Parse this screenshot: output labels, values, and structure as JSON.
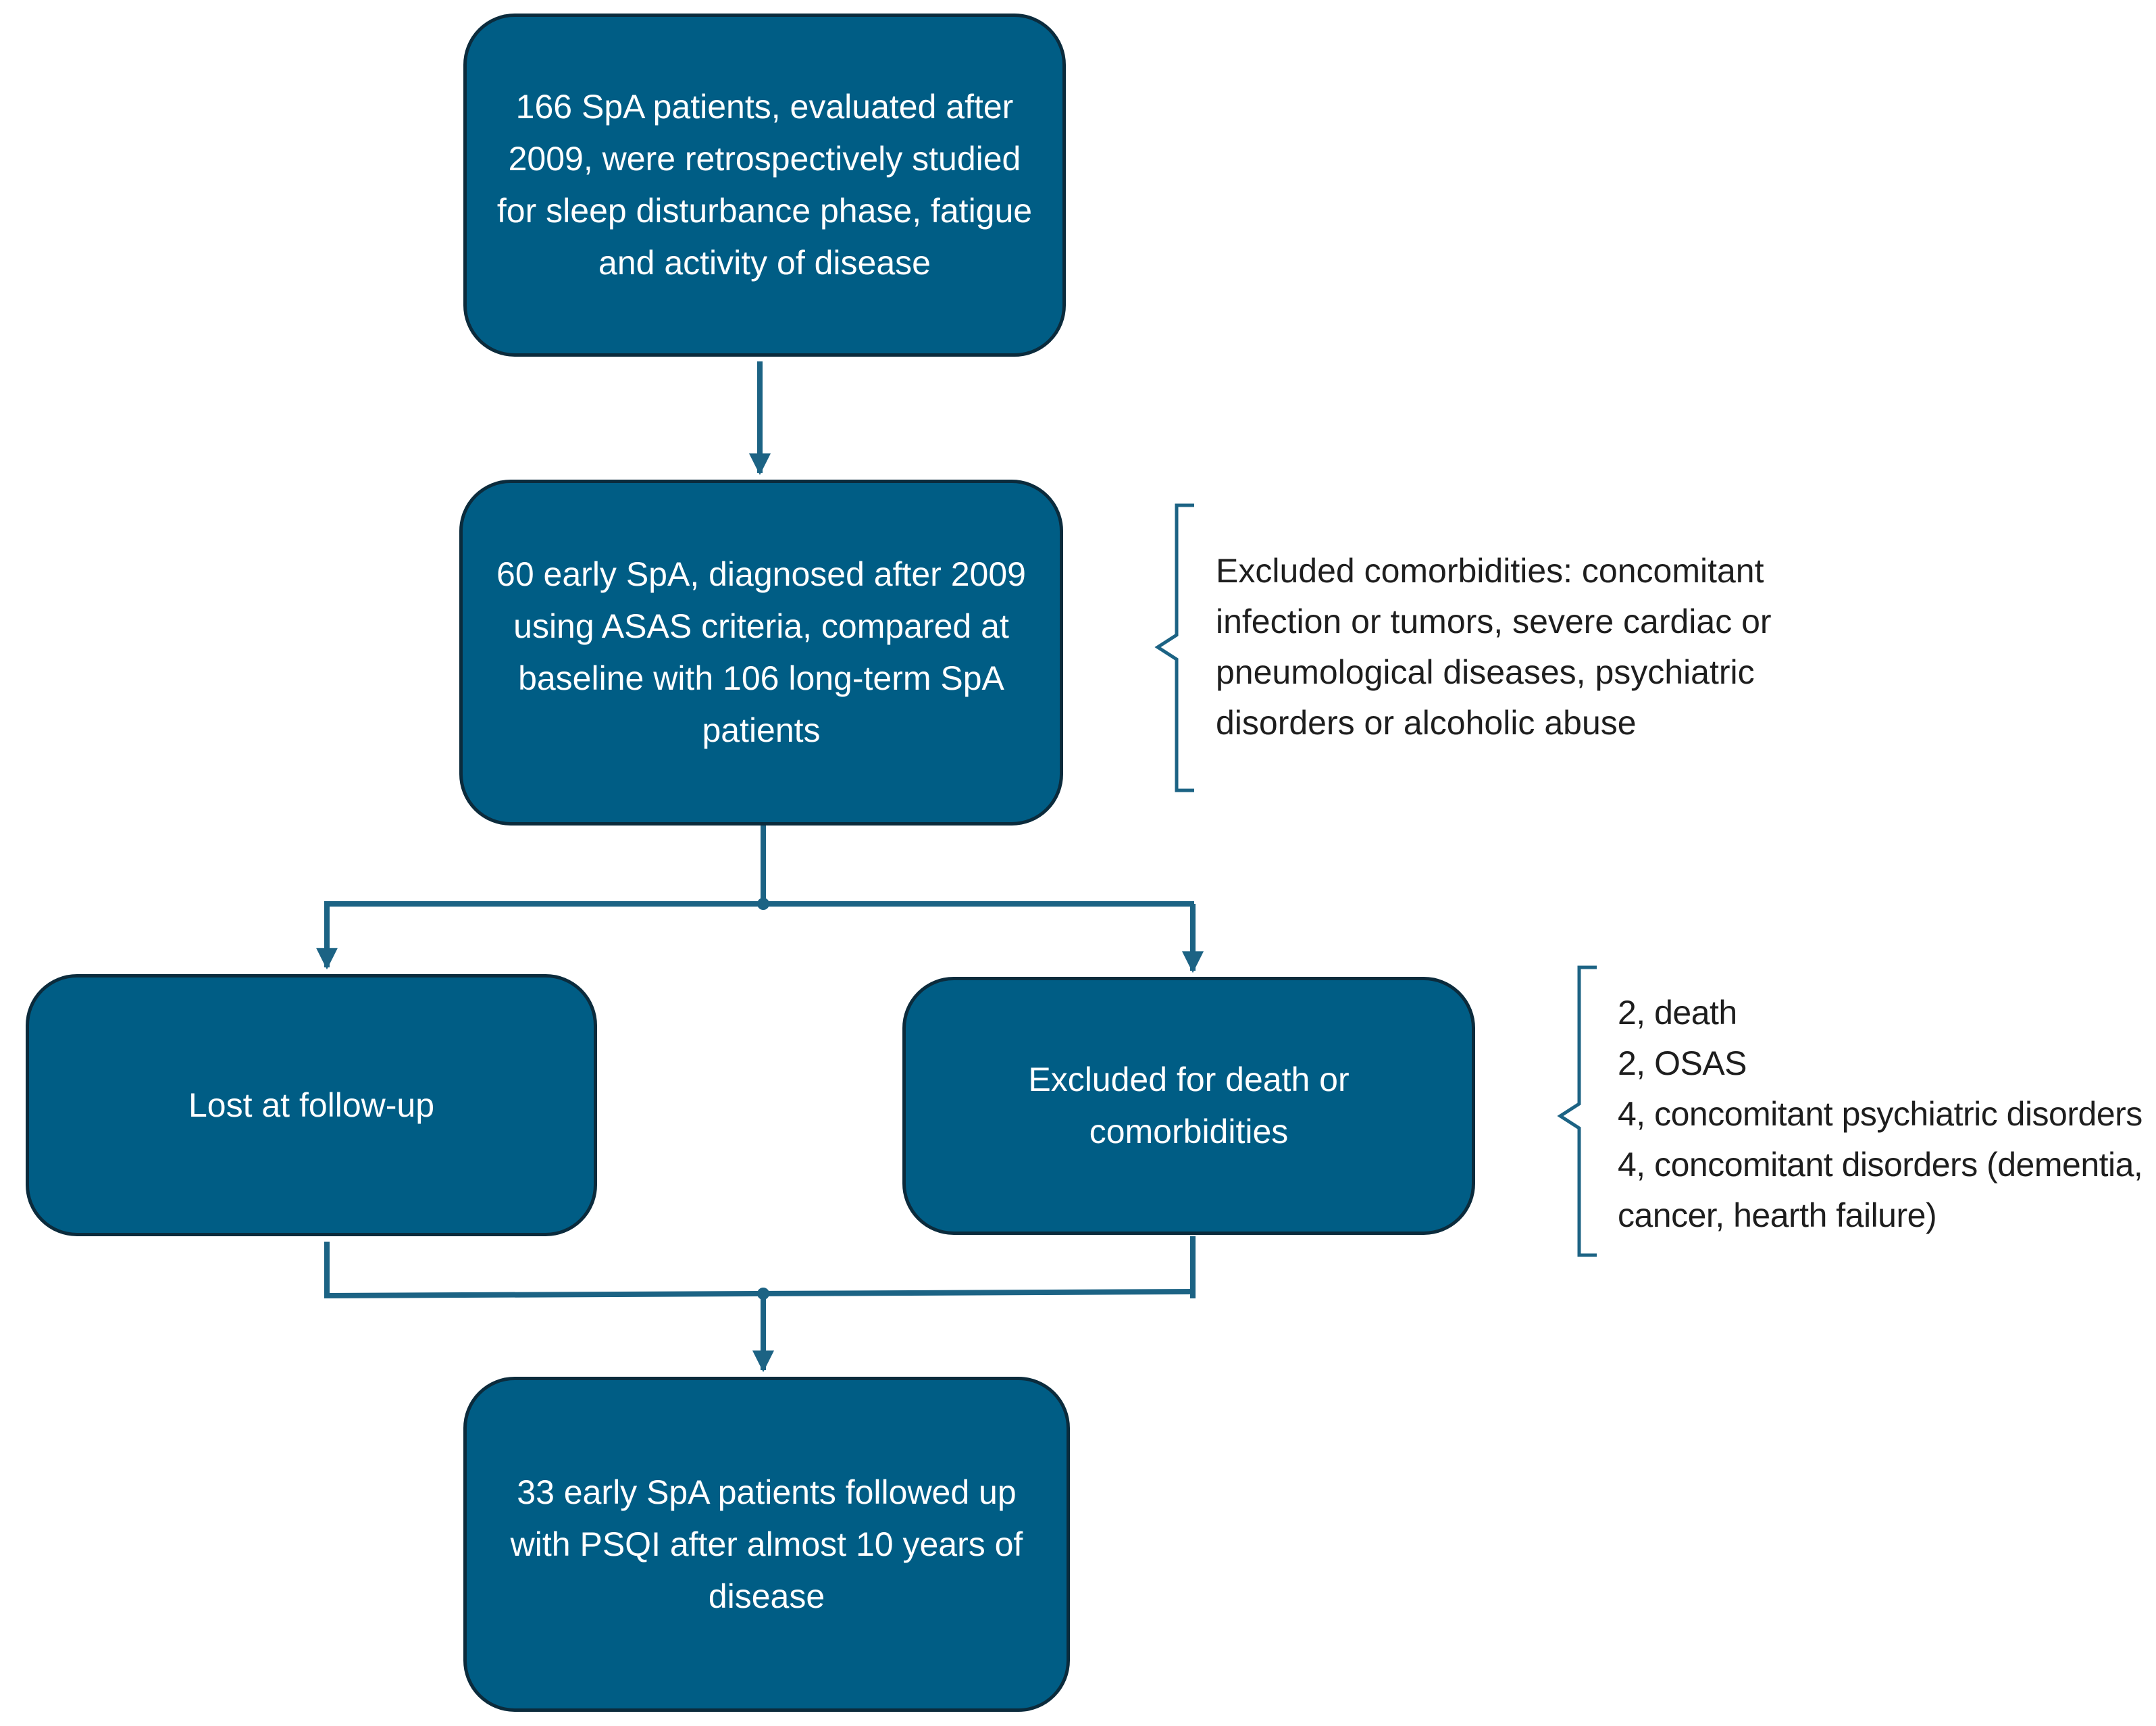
{
  "colors": {
    "box_fill": "#005d85",
    "box_border": "#0b2b3c",
    "connector": "#1c6384",
    "box_text": "#ffffff",
    "side_text": "#1e1e1e"
  },
  "boxes": {
    "initial_cohort": "166 SpA patients, evaluated after 2009, were retrospectively studied for sleep disturbance phase, fatigue and activity of disease",
    "early_spa": "60 early SpA, diagnosed after 2009 using ASAS criteria, compared at baseline with 106 long-term SpA patients",
    "lost_followup": "Lost at follow-up",
    "excluded_death": "Excluded for death or comorbidities",
    "final_cohort": "33 early SpA patients followed up with PSQI after almost 10 years of disease"
  },
  "side_notes": {
    "comorbidities": [
      "Excluded comorbidities: concomitant",
      "infection or tumors, severe cardiac or",
      "pneumological diseases, psychiatric",
      "disorders or alcoholic abuse"
    ],
    "exclusion_reasons": [
      "2, death",
      "2, OSAS",
      "4, concomitant psychiatric disorders",
      "4, concomitant disorders (dementia,",
      "cancer, hearth failure)"
    ]
  }
}
